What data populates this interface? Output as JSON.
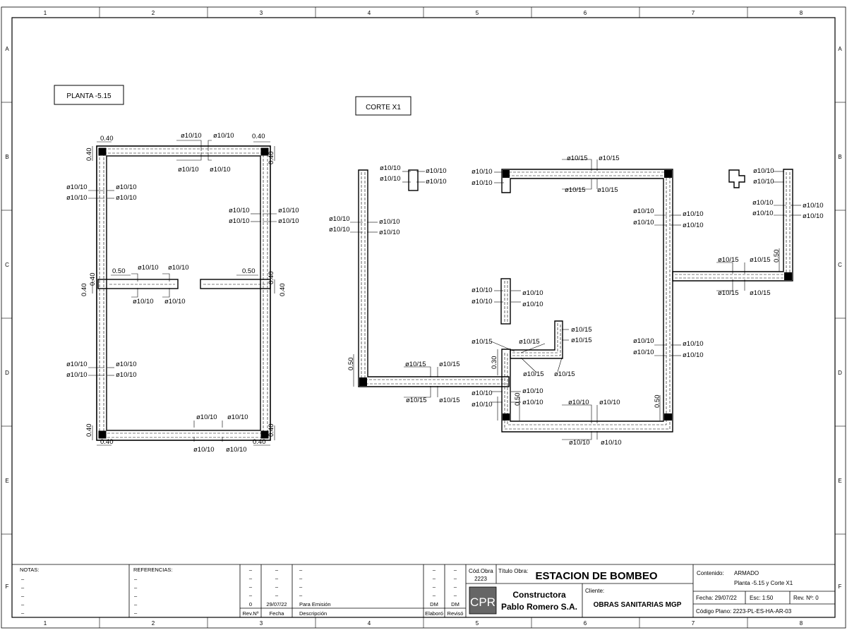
{
  "grid": {
    "columns": [
      "1",
      "2",
      "3",
      "4",
      "5",
      "6",
      "7",
      "8"
    ],
    "rows": [
      "A",
      "B",
      "C",
      "D",
      "E",
      "F"
    ]
  },
  "views": {
    "planta_label": "PLANTA -5.15",
    "corte_label": "CORTE X1"
  },
  "rebar": {
    "r1010": "ø10/10",
    "r1015": "ø10/15"
  },
  "dims": {
    "d040": "0.40",
    "d050": "0.50",
    "d030": "0.30"
  },
  "title_block": {
    "notas_label": "NOTAS:",
    "referencias_label": "REFERENCIAS:",
    "dash": "–",
    "rev_number": "0",
    "rev_date": "29/07/22",
    "rev_description": "Para Emisión",
    "elaboro": "DM",
    "reviso": "DM",
    "col_rev": "Rev.Nº",
    "col_fecha": "Fecha",
    "col_descripcion": "Descripción",
    "col_elaboro": "Elaboró",
    "col_reviso": "Revisó",
    "cod_obra_label": "Cód.Obra",
    "cod_obra_value": "2223",
    "titulo_obra_label": "Título Obra:",
    "titulo_obra_value": "ESTACION DE BOMBEO",
    "logo_text": "CPR",
    "company_line1": "Constructora",
    "company_line2": "Pablo Romero S.A.",
    "cliente_label": "Cliente:",
    "cliente_value": "OBRAS SANITARIAS MGP",
    "contenido_label": "Contenido:",
    "contenido_line1": "ARMADO",
    "contenido_line2": "Planta -5.15 y Corte X1",
    "fecha": "Fecha: 29/07/22",
    "escala": "Esc: 1:50",
    "revision": "Rev. Nº: 0",
    "codigo_plano": "Código Plano: 2223-PL-ES-HA-AR-03"
  }
}
